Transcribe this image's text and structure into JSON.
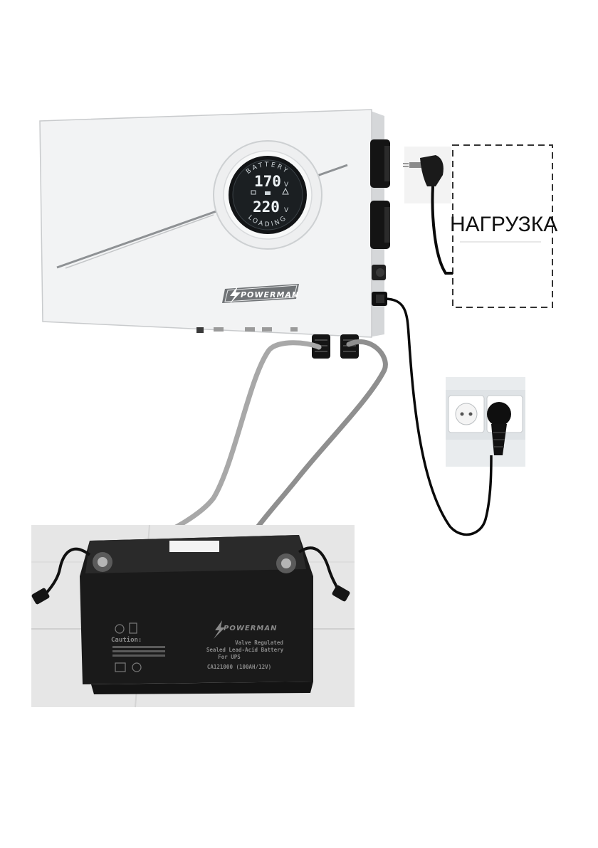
{
  "inverter": {
    "display": {
      "top_value": "170",
      "top_unit": "V",
      "bottom_value": "220",
      "bottom_unit": "V",
      "ring_top": "BATTERY",
      "ring_bottom": "LOADING"
    },
    "brand": "POWERMAN"
  },
  "load": {
    "label": "НАГРУЗКА"
  },
  "battery": {
    "brand": "POWERMAN",
    "caution_title": "Caution:",
    "line1": "Valve Regulated",
    "line2": "Sealed Lead-Acid Battery",
    "line3": "For UPS",
    "model": "CA121000 (100AH/12V)"
  },
  "colors": {
    "inverter_body": "#f2f3f4",
    "display_bezel": "#121416",
    "battery_body": "#1a1a1a",
    "cable_grey": "#a8a8a8",
    "cable_black": "#0a0a0a",
    "load_border": "#333333"
  }
}
